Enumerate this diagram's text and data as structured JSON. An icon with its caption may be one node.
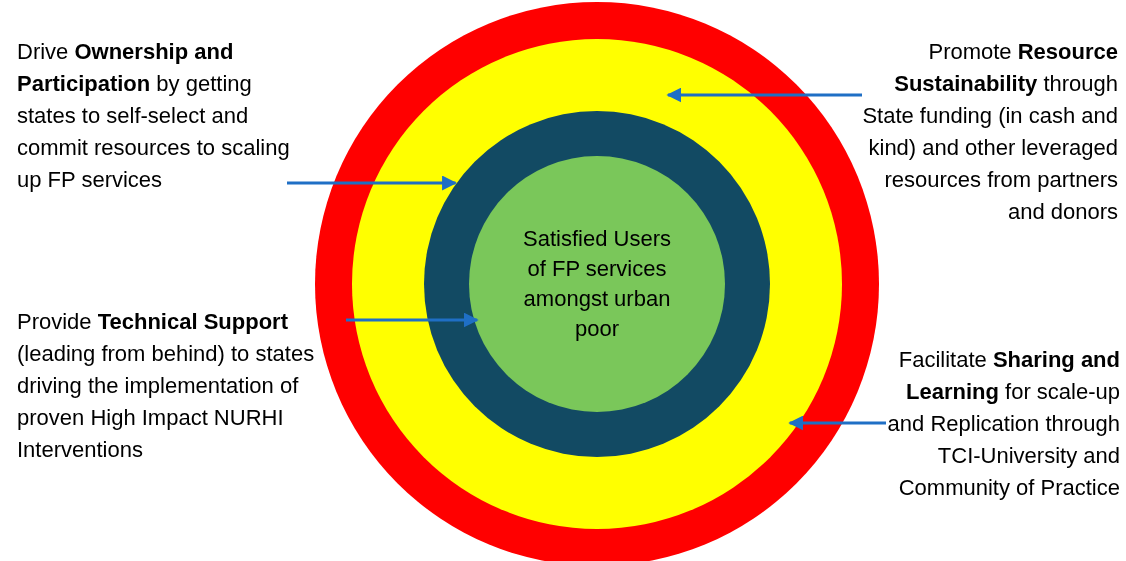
{
  "diagram": {
    "nodes": [
      {
        "text": [],
        "shape": "circle"
      },
      {
        "text": [],
        "shape": "circle",
        "in": 0
      },
      {
        "text": [],
        "shape": "circle",
        "in": 1
      },
      {
        "text": [
          "Satisfied Users of FP services amongst urban poor"
        ],
        "in": 2
      },
      {
        "text": [
          "Drive **Ownership and Participation** by getting states to self-select and commit resources to scaling up FP services"
        ]
      },
      {
        "text": [
          "Promote **Resource Sustainability** through State funding (in cash and kind) and other leveraged resources from partners and donors"
        ]
      },
      {
        "text": [
          "Provide **Technical Support** (leading from behind) to states driving the implementation of proven High Impact NURHI Interventions"
        ]
      },
      {
        "text": [
          "Facilitate **Sharing and Learning** for scale-up and Replication through TCI-University and Community of Practice"
        ]
      }
    ],
    "edges": [
      {
        "from": 4,
        "to": 2,
        "arrow": "to"
      },
      {
        "from": 5,
        "to": 1,
        "arrow": "to"
      },
      {
        "from": 6,
        "to": 3,
        "arrow": "to"
      },
      {
        "from": 7,
        "to": 1,
        "arrow": "to"
      }
    ]
  }
}
